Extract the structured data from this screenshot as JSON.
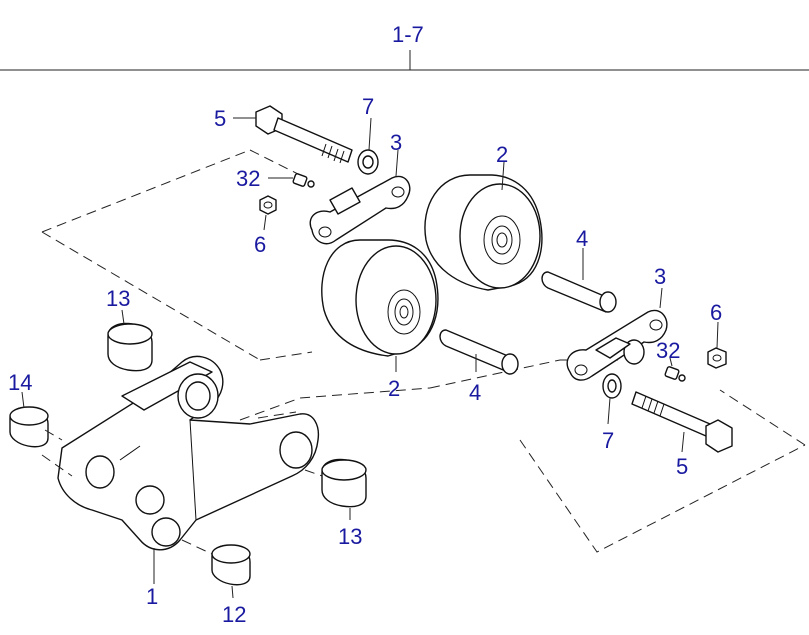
{
  "assembly_label": "1-7",
  "callouts": {
    "bolt_top": "5",
    "washer_top": "7",
    "link_top": "3",
    "roller_top": "2",
    "grease_top": "32",
    "nut_top": "6",
    "spacer_top": "4",
    "link_right": "3",
    "nut_right": "6",
    "grease_right": "32",
    "bushing_top_left": "13",
    "roller_bottom": "2",
    "spacer_bottom": "4",
    "washer_right": "7",
    "bolt_right": "5",
    "bushing_left": "14",
    "bushing_bottom": "13",
    "frame": "1",
    "bushing_small": "12"
  },
  "colors": {
    "callout_text": "#1a1aa0",
    "line": "#111111",
    "background": "#ffffff"
  }
}
